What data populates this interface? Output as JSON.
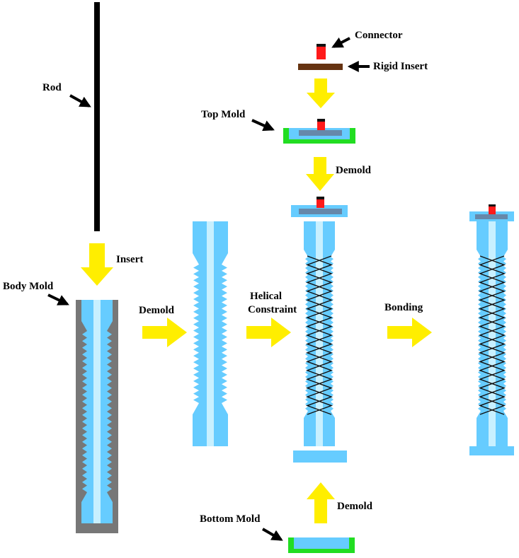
{
  "labels": {
    "rod": "Rod",
    "insert": "Insert",
    "body_mold": "Body Mold",
    "demold_1": "Demold",
    "connector": "Connector",
    "rigid_insert": "Rigid Insert",
    "top_mold": "Top Mold",
    "demold_2": "Demold",
    "helical_line1": "Helical",
    "helical_line2": "Constraint",
    "bonding": "Bonding",
    "bottom_mold": "Bottom Mold",
    "demold_3": "Demold"
  },
  "colors": {
    "silicone": "#66ccff",
    "channel": "#c8f0ff",
    "mold_body": "#777777",
    "mold_cap": "#22dd22",
    "arrow": "#ffee00",
    "connector": "#ff1a1a",
    "rigid_insert": "#663311",
    "rigid_insert_embedded": "#6688aa",
    "rod": "#000000",
    "helix": "#111111"
  }
}
